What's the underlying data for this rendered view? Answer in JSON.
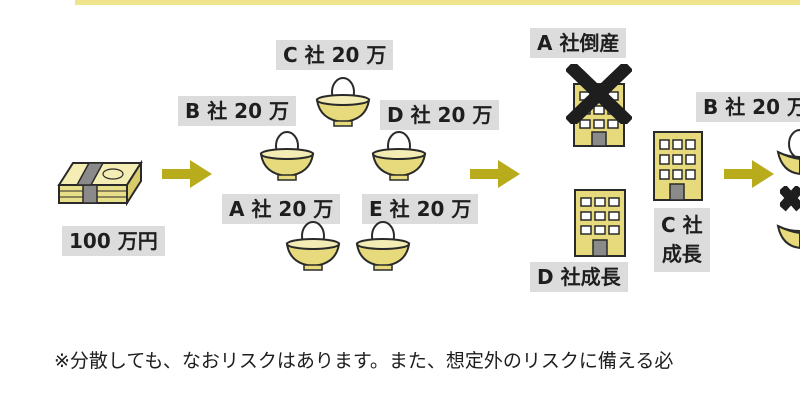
{
  "colors": {
    "arrow": "#b8ac1c",
    "bowl": "#e6da7c",
    "label_bg": "#dcdcdc",
    "x_mark": "#1e1e1e"
  },
  "icons": [
    "money-bundle-icon",
    "arrow-right-icon",
    "rice-bowl-egg-icon",
    "building-icon",
    "x-mark-icon"
  ],
  "labels": {
    "money": "100 万円",
    "company_c": "C 社 20 万",
    "company_b": "B 社 20 万",
    "company_d": "D 社 20 万",
    "company_a": "A 社 20 万",
    "company_e": "E 社 20 万",
    "a_bankrupt": "A 社倒産",
    "d_growth": "D 社成長",
    "c_growth_line1": "C 社",
    "c_growth_line2": "成長",
    "b_right": "B 社 20 万"
  },
  "footnote": "※分散しても、なおリスクはあります。また、想定外のリスクに備える必"
}
